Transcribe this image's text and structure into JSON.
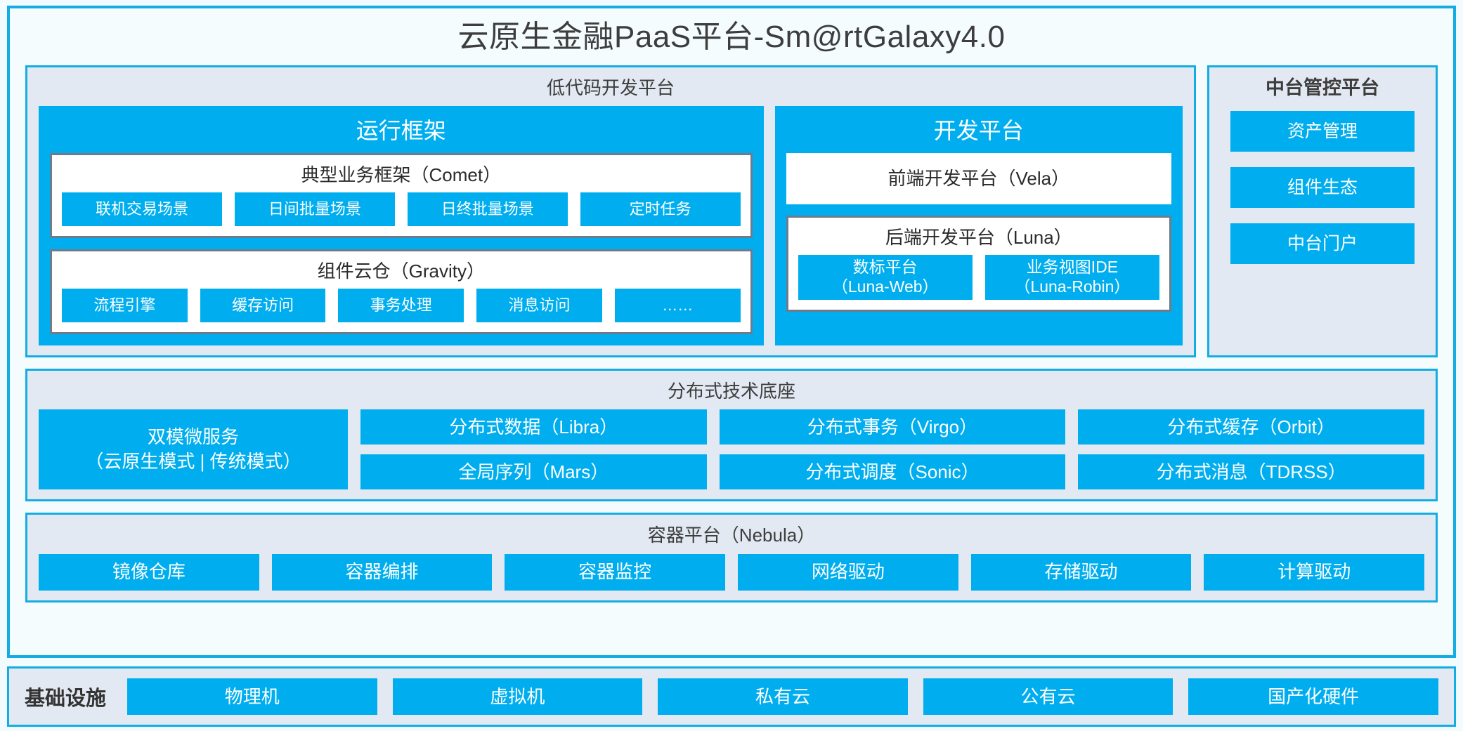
{
  "title": "云原生金融PaaS平台-Sm@rtGalaxy4.0",
  "colors": {
    "accent": "#00AEEF",
    "border": "#13ADE4",
    "panel_bg": "#E2E9F2",
    "page_bg": "#F2FBFD",
    "box_border": "#6E7B8C"
  },
  "lowcode": {
    "title": "低代码开发平台",
    "runtime": {
      "title": "运行框架",
      "comet": {
        "title": "典型业务框架（Comet）",
        "items": [
          "联机交易场景",
          "日间批量场景",
          "日终批量场景",
          "定时任务"
        ]
      },
      "gravity": {
        "title": "组件云仓（Gravity）",
        "items": [
          "流程引擎",
          "缓存访问",
          "事务处理",
          "消息访问",
          "……"
        ]
      }
    },
    "devplatform": {
      "title": "开发平台",
      "frontend": "前端开发平台（Vela）",
      "backend": {
        "title": "后端开发平台（Luna）",
        "items": [
          "数标平台\n（Luna-Web）",
          "业务视图IDE\n（Luna-Robin）"
        ]
      }
    }
  },
  "zhongtai": {
    "title": "中台管控平台",
    "items": [
      "资产管理",
      "组件生态",
      "中台门户"
    ]
  },
  "tech": {
    "title": "分布式技术底座",
    "wide": "双模微服务\n（云原生模式 | 传统模式）",
    "col1": [
      "分布式数据（Libra）",
      "全局序列（Mars）"
    ],
    "col2": [
      "分布式事务（Virgo）",
      "分布式调度（Sonic）"
    ],
    "col3": [
      "分布式缓存（Orbit）",
      "分布式消息（TDRSS）"
    ]
  },
  "container": {
    "title": "容器平台（Nebula）",
    "items": [
      "镜像仓库",
      "容器编排",
      "容器监控",
      "网络驱动",
      "存储驱动",
      "计算驱动"
    ]
  },
  "infrastructure": {
    "label": "基础设施",
    "items": [
      "物理机",
      "虚拟机",
      "私有云",
      "公有云",
      "国产化硬件"
    ]
  }
}
